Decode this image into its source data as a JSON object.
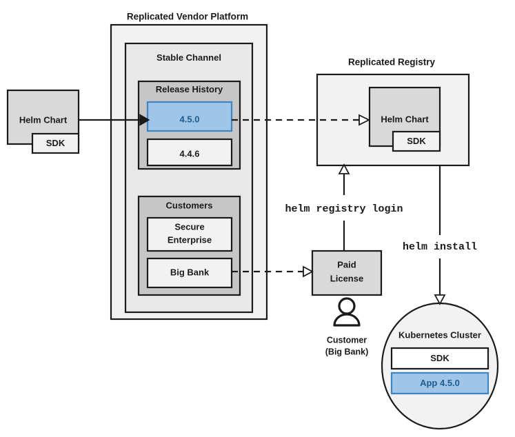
{
  "diagram": {
    "title_vendor_platform": "Replicated Vendor Platform",
    "title_registry": "Replicated Registry",
    "source_chart": {
      "label": "Helm Chart",
      "sdk_label": "SDK"
    },
    "stable_channel": {
      "label": "Stable Channel",
      "release_history": {
        "label": "Release History",
        "releases": [
          {
            "version": "4.5.0",
            "highlighted": true
          },
          {
            "version": "4.4.6",
            "highlighted": false
          }
        ]
      },
      "customers": {
        "label": "Customers",
        "entries": [
          {
            "name_line1": "Secure",
            "name_line2": "Enterprise"
          },
          {
            "name_line1": "Big Bank",
            "name_line2": ""
          }
        ]
      }
    },
    "registry": {
      "chart_label": "Helm Chart",
      "sdk_label": "SDK"
    },
    "paid_license": {
      "line1": "Paid",
      "line2": "License"
    },
    "customer_actor": {
      "line1": "Customer",
      "line2": "(Big Bank)",
      "icon": "person-icon"
    },
    "commands": {
      "registry_login": "helm registry login",
      "install": "helm install"
    },
    "cluster": {
      "label": "Kubernetes Cluster",
      "components": [
        {
          "label": "SDK",
          "highlighted": false
        },
        {
          "label": "App 4.5.0",
          "highlighted": true
        }
      ]
    },
    "colors": {
      "accent_blue_fill": "#9fc5e8",
      "accent_blue_stroke": "#3d85c6",
      "accent_blue_text": "#1d5c8f",
      "outline": "#1a1a1a",
      "surface_lightest": "#f2f2f2",
      "surface_light": "#e8e8e8",
      "surface_mid": "#d9d9d9",
      "surface_dark": "#c6c6c6"
    }
  }
}
